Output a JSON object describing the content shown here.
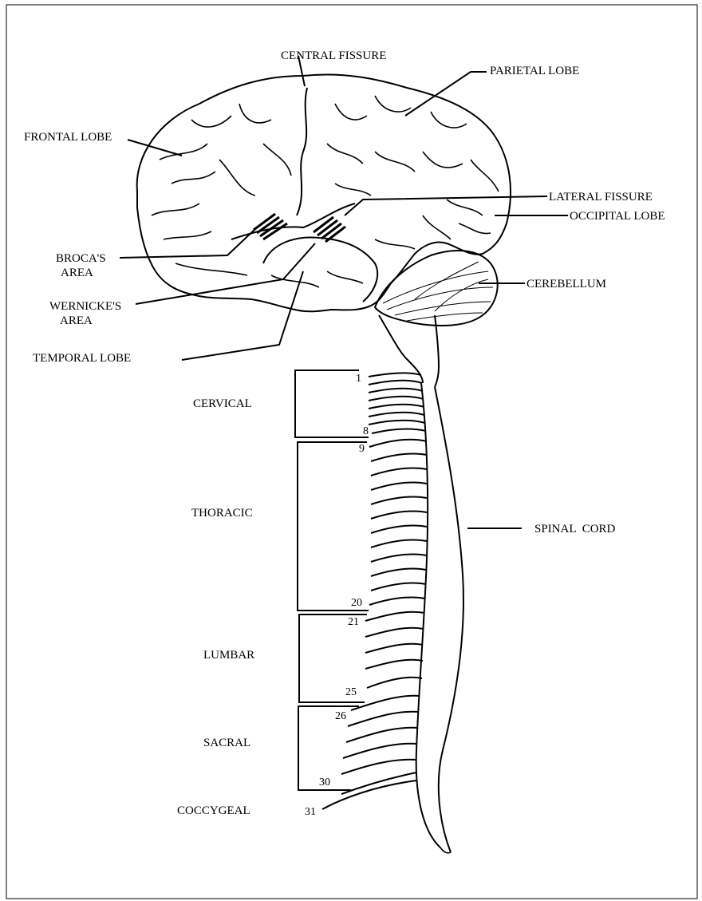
{
  "labels": {
    "central_fissure": "CENTRAL FISSURE",
    "parietal_lobe": "PARIETAL LOBE",
    "frontal_lobe": "FRONTAL LOBE",
    "lateral_fissure": "LATERAL FISSURE",
    "occipital_lobe": "OCCIPITAL LOBE",
    "brocas_area_1": "BROCA'S",
    "brocas_area_2": "AREA",
    "cerebellum": "CEREBELLUM",
    "wernickes_area_1": "WERNICKE'S",
    "wernickes_area_2": "AREA",
    "temporal_lobe": "TEMPORAL LOBE",
    "spinal_cord": "SPINAL CORD"
  },
  "regions": {
    "cervical": "CERVICAL",
    "thoracic": "THORACIC",
    "lumbar": "LUMBAR",
    "sacral": "SACRAL",
    "coccygeal": "COCCYGEAL"
  },
  "nerve_numbers": {
    "n1": "1",
    "n8": "8",
    "n9": "9",
    "n20": "20",
    "n21": "21",
    "n25": "25",
    "n26": "26",
    "n30": "30",
    "n31": "31"
  }
}
